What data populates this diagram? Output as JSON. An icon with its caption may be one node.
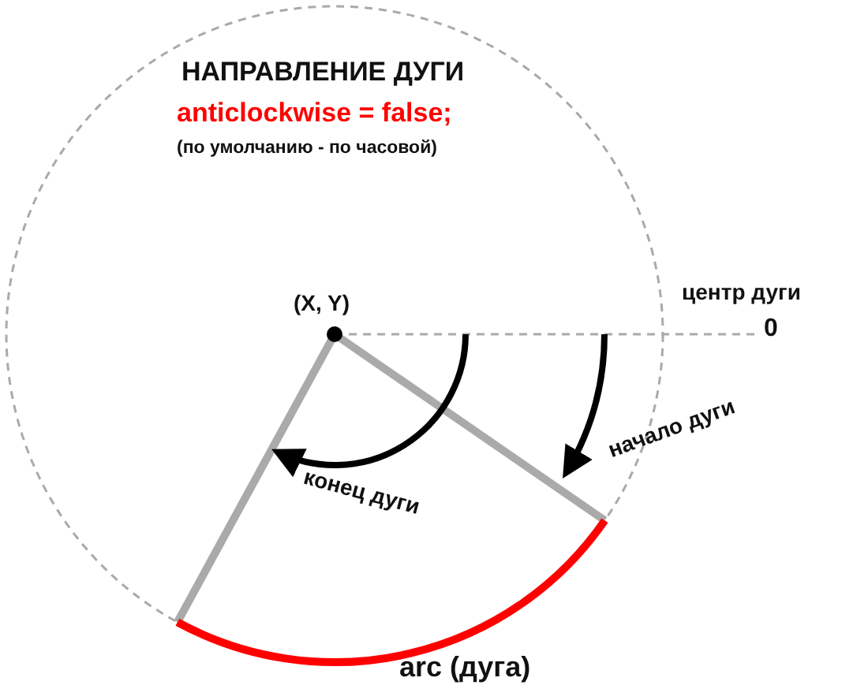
{
  "diagram": {
    "title": "НАПРАВЛЕНИЕ ДУГИ",
    "labels": [
      "anticlockwise = false;",
      "(по умолчанию - по часовой)",
      "(X, Y)",
      "центр дуги",
      "0",
      "начало дуги",
      "конец дуги",
      "arc (дуга)"
    ]
  }
}
